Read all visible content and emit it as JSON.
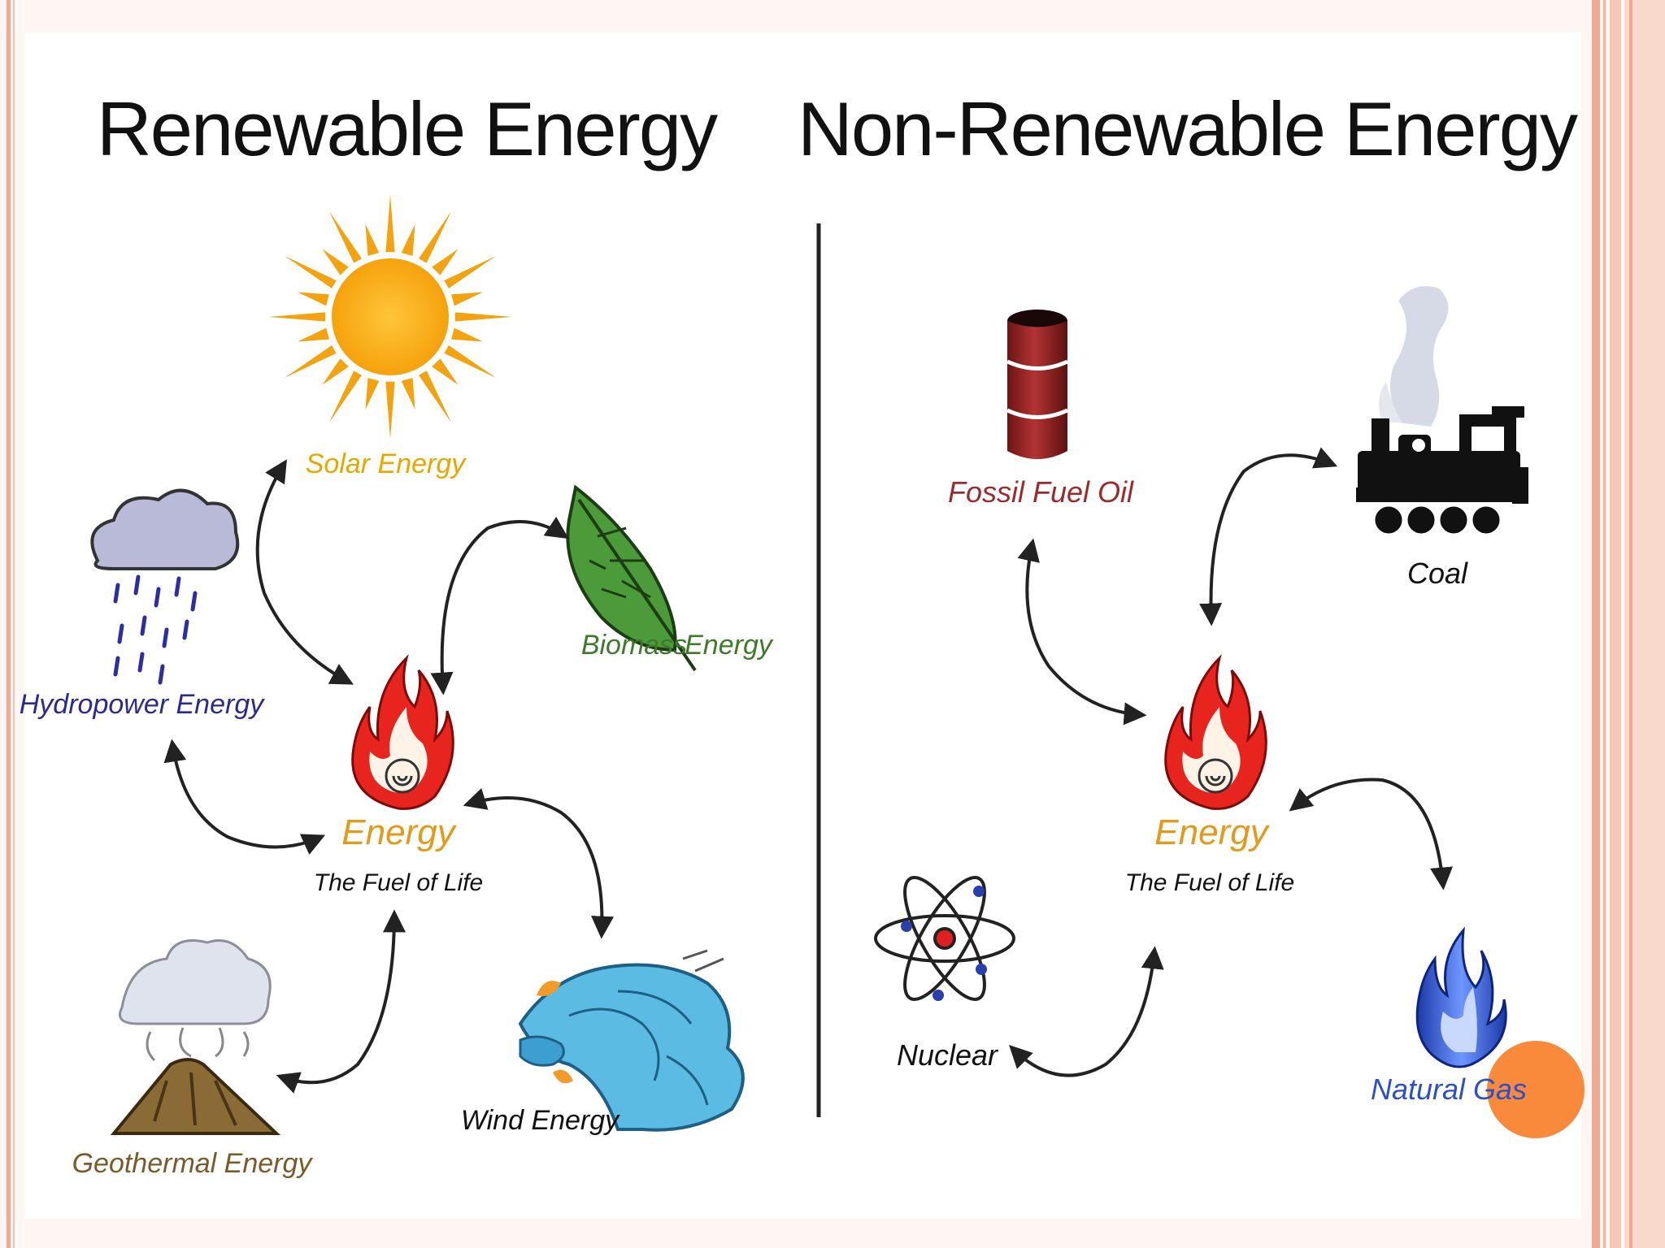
{
  "titles": {
    "renewable": "Renewable Energy",
    "non_renewable": "Non-Renewable Energy"
  },
  "renewable": {
    "solar": "Solar Energy",
    "biomass_1": "Biomass",
    "biomass_2": "Energy",
    "hydro": "Hydropower Energy",
    "center_energy": "Energy",
    "center_fuel": "The Fuel of Life",
    "geothermal": "Geothermal Energy",
    "wind": "Wind Energy"
  },
  "non_renewable": {
    "fossil": "Fossil Fuel Oil",
    "coal": "Coal",
    "center_energy": "Energy",
    "center_fuel": "The Fuel of Life",
    "nuclear": "Nuclear",
    "natural_gas": "Natural Gas"
  },
  "colors": {
    "background": "#fdf6f2",
    "slide_border": "#f0a890",
    "accent_dot": "#f98a3c",
    "solar": "#e6a800",
    "biomass": "#3f7a2a",
    "hydro": "#2b2b8c",
    "geothermal": "#7a5a2a",
    "fossil": "#9c2a2a",
    "natural_gas": "#2d4fc8",
    "energy": "#e39a1a"
  }
}
